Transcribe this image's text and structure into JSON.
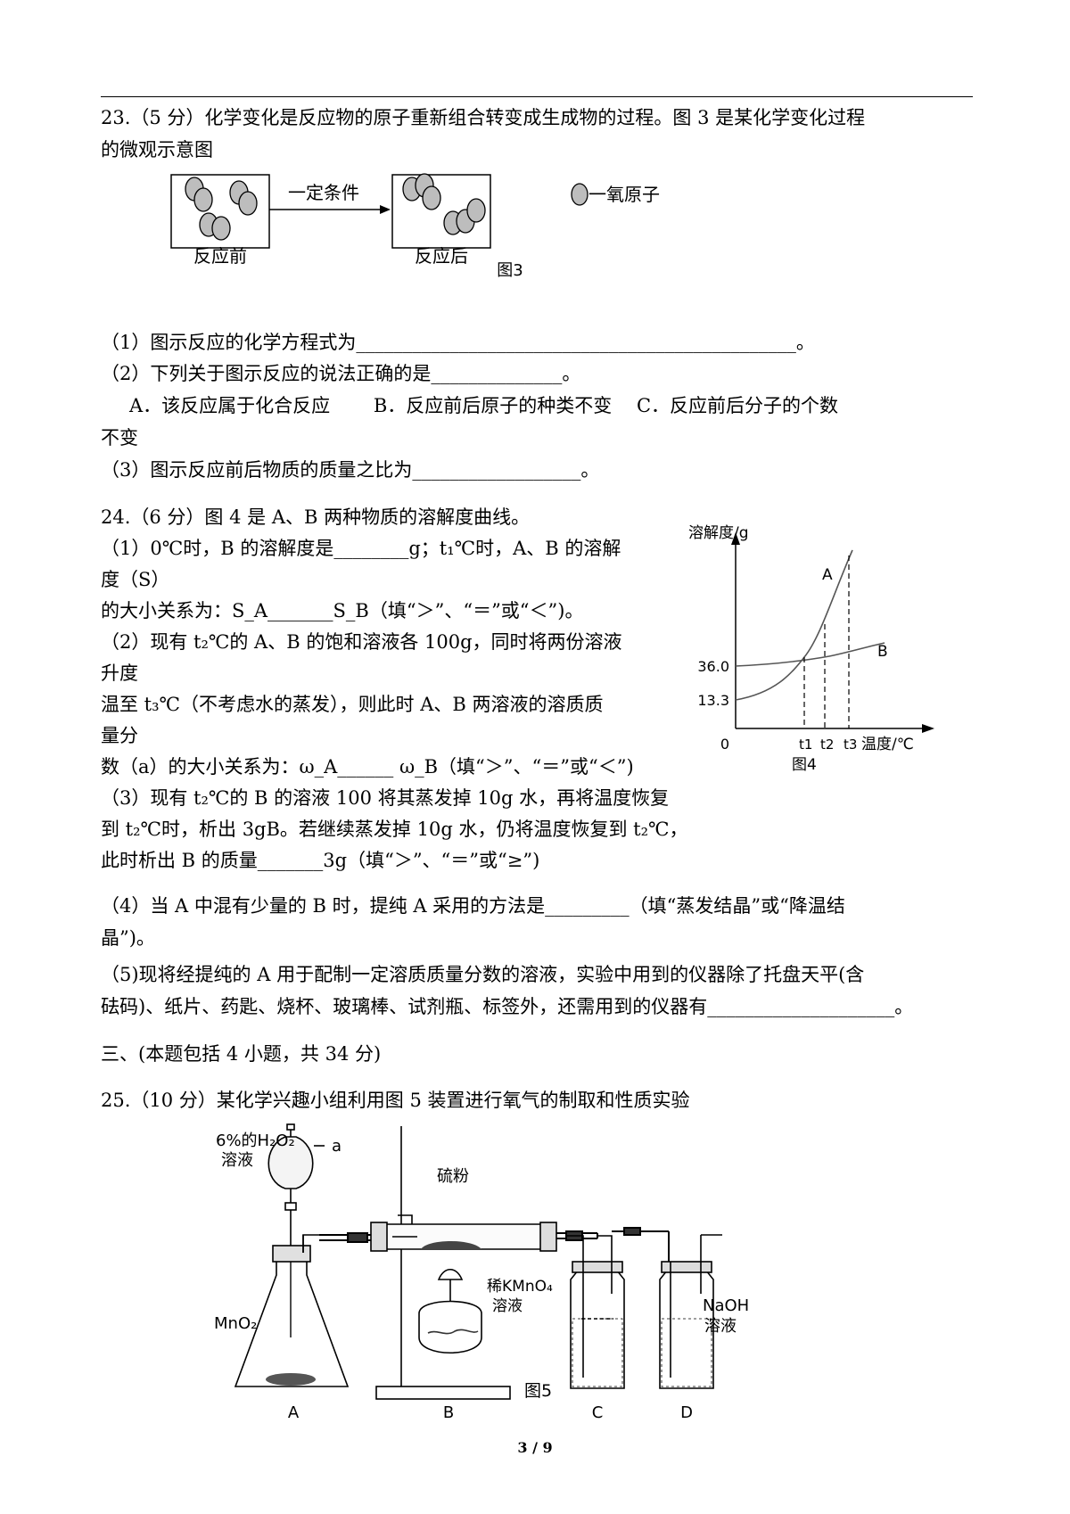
{
  "q23": {
    "stem_l1": "23.（5 分）化学变化是反应物的原子重新组合转变成生成物的过程。图 3 是某化学变化过程",
    "stem_l2": "的微观示意图",
    "fig": {
      "arrow_label": "一定条件",
      "before": "反应前",
      "after": "反应后",
      "legend": "一氧原子",
      "caption": "图3"
    },
    "p1": "（1）图示反应的化学方程式为_______________________________________________。",
    "p2": "（2）下列关于图示反应的说法正确的是______________。",
    "p2_opts": "A．该反应属于化合反应　　 B．反应前后原子的种类不变　 C．反应前后分子的个数",
    "p2_opts_cont": "不变",
    "p3": "（3）图示反应前后物质的质量之比为__________________。"
  },
  "q24": {
    "stem": "24.（6 分）图 4 是 A、B 两种物质的溶解度曲线。",
    "l1": "（1）0℃时，B 的溶解度是________g；t₁℃时，A、B 的溶解",
    "l2": "度（S）",
    "l3": "的大小关系为：S_A_______S_B（填“＞”、“＝”或“＜”)。",
    "l4": "（2）现有 t₂℃的 A、B 的饱和溶液各 100g，同时将两份溶液",
    "l5": "升度",
    "l6": "温至 t₃℃（不考虑水的蒸发），则此时 A、B 两溶液的溶质质",
    "l7": "量分",
    "l8": "数（a）的大小关系为：ω_A______ ω_B（填“＞”、“＝”或“＜”)",
    "l9": "（3）现有 t₂℃的 B 的溶液 100 将其蒸发掉 10g 水，再将温度恢复",
    "l10": "到 t₂℃时，析出 3gB。若继续蒸发掉 10g 水，仍将温度恢复到 t₂℃，",
    "l11": "此时析出 B 的质量_______3g（填“＞”、“＝”或“≥”)",
    "l12": "（4）当 A 中混有少量的 B 时，提纯 A 采用的方法是_________（填“蒸发结晶”或“降温结",
    "l13": "晶”)。",
    "l14": "（5)现将经提纯的 A 用于配制一定溶质质量分数的溶液，实验中用到的仪器除了托盘天平(含",
    "l15": "砝码)、纸片、药匙、烧杯、玻璃棒、试剂瓶、标签外，还需用到的仪器有____________________。",
    "chart": {
      "ylabel": "溶解度/g",
      "xlabel": "温度/℃",
      "origin": "0",
      "y_ticks": [
        "36.0",
        "13.3"
      ],
      "x_ticks": [
        "t1",
        "t2",
        "t3"
      ],
      "series_a": "A",
      "series_b": "B",
      "caption": "图4"
    }
  },
  "sec3": "三、(本题包括 4 小题，共 34 分)",
  "q25": {
    "stem": "25.（10 分）某化学兴趣小组利用图 5 装置进行氧气的制取和性质实验",
    "fig": {
      "h2o2_l1": "6%的H₂O₂",
      "h2o2_l2": "溶液",
      "label_a_small": "a",
      "sulfur": "硫粉",
      "mno2": "MnO₂",
      "kmno4_l1": "稀KMnO₄",
      "kmno4_l2": "溶液",
      "naoh_l1": "NaOH",
      "naoh_l2": "溶液",
      "A": "A",
      "B": "B",
      "C": "C",
      "D": "D",
      "caption": "图5"
    }
  },
  "page": "3 / 9"
}
